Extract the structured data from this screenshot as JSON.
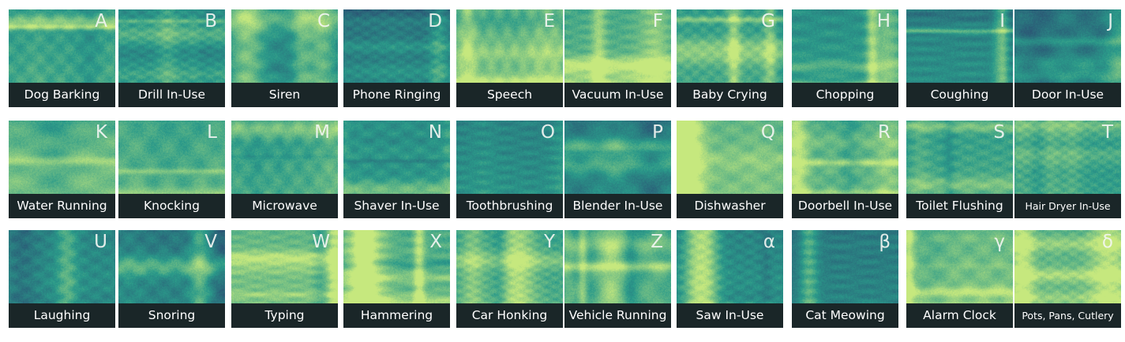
{
  "tiles": [
    {
      "letter": "A",
      "label": "Dog Barking"
    },
    {
      "letter": "B",
      "label": "Drill In-Use"
    },
    {
      "letter": "C",
      "label": "Siren"
    },
    {
      "letter": "D",
      "label": "Phone Ringing"
    },
    {
      "letter": "E",
      "label": "Speech"
    },
    {
      "letter": "F",
      "label": "Vacuum In-Use"
    },
    {
      "letter": "G",
      "label": "Baby Crying"
    },
    {
      "letter": "H",
      "label": "Chopping"
    },
    {
      "letter": "I",
      "label": "Coughing"
    },
    {
      "letter": "J",
      "label": "Door In-Use"
    },
    {
      "letter": "K",
      "label": "Water Running"
    },
    {
      "letter": "L",
      "label": "Knocking"
    },
    {
      "letter": "M",
      "label": "Microwave"
    },
    {
      "letter": "N",
      "label": "Shaver In-Use"
    },
    {
      "letter": "O",
      "label": "Toothbrushing"
    },
    {
      "letter": "P",
      "label": "Blender In-Use"
    },
    {
      "letter": "Q",
      "label": "Dishwasher"
    },
    {
      "letter": "R",
      "label": "Doorbell In-Use"
    },
    {
      "letter": "S",
      "label": "Toilet Flushing"
    },
    {
      "letter": "T",
      "label": "Hair Dryer In-Use"
    },
    {
      "letter": "U",
      "label": "Laughing"
    },
    {
      "letter": "V",
      "label": "Snoring"
    },
    {
      "letter": "W",
      "label": "Typing"
    },
    {
      "letter": "X",
      "label": "Hammering"
    },
    {
      "letter": "Y",
      "label": "Car Honking"
    },
    {
      "letter": "Z",
      "label": "Vehicle Running"
    },
    {
      "letter": "α",
      "label": "Saw In-Use"
    },
    {
      "letter": "β",
      "label": "Cat Meowing"
    },
    {
      "letter": "γ",
      "label": "Alarm Clock"
    },
    {
      "letter": "δ",
      "label": "Pots, Pans, Cutlery"
    }
  ],
  "colors": {
    "background": "#ffffff",
    "caption_bg": "#1a2628",
    "caption_text": "#ffffff",
    "colormap_low": "#2b3f6e",
    "colormap_mid": "#2a9a8a",
    "colormap_high": "#c6e87e"
  }
}
